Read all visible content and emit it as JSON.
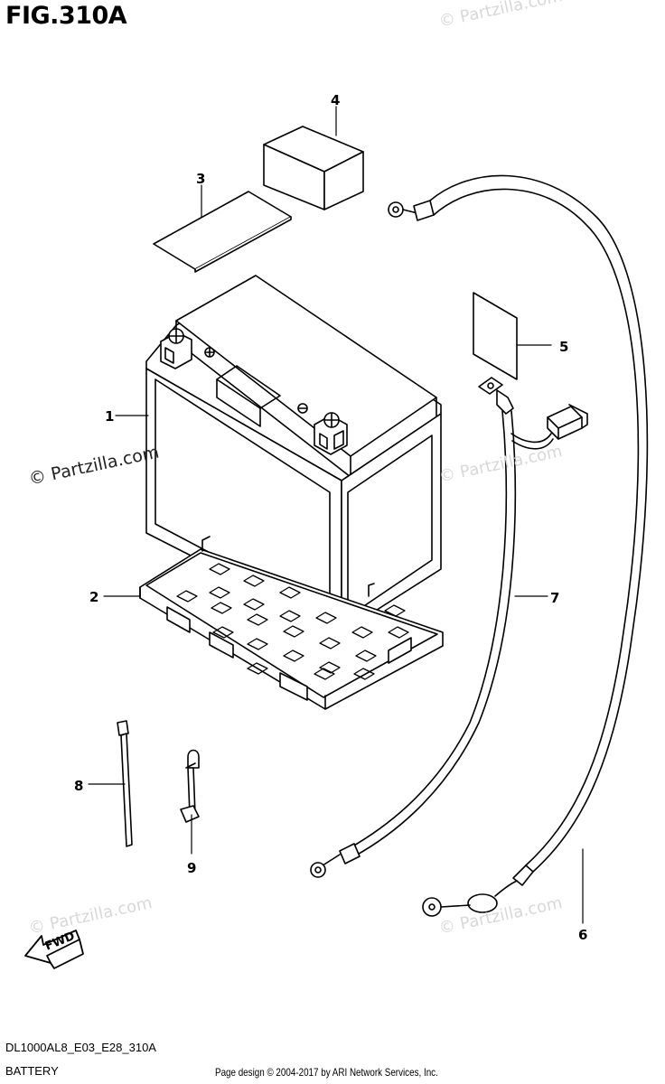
{
  "header": {
    "figure_title": "FIG.310A"
  },
  "watermark": {
    "text": "© Partzilla.com"
  },
  "callouts": [
    {
      "number": "1"
    },
    {
      "number": "2"
    },
    {
      "number": "3"
    },
    {
      "number": "4"
    },
    {
      "number": "5"
    },
    {
      "number": "6"
    },
    {
      "number": "7"
    },
    {
      "number": "8"
    },
    {
      "number": "9"
    }
  ],
  "direction_badge": {
    "label": "FWD"
  },
  "footer": {
    "model_code": "DL1000AL8_E03_E28_310A",
    "caption": "BATTERY",
    "credit": "Page design © 2004-2017 by ARI Network Services, Inc."
  }
}
